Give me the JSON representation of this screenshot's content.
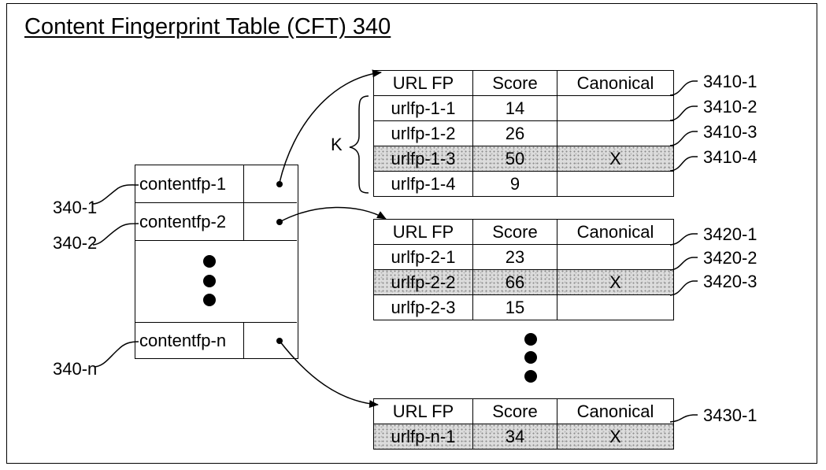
{
  "title": "Content Fingerprint Table (CFT) 340",
  "cft": {
    "rows": [
      {
        "label": "contentfp-1",
        "ref": "340-1"
      },
      {
        "label": "contentfp-2",
        "ref": "340-2"
      },
      {
        "label": "contentfp-n",
        "ref": "340-n"
      }
    ]
  },
  "group_label": "K",
  "header": {
    "col1": "URL FP",
    "col2": "Score",
    "col3": "Canonical"
  },
  "table1": {
    "header_ref": "3410-1",
    "rows": [
      {
        "url": "urlfp-1-1",
        "score": "14",
        "canonical": "",
        "ref": "3410-2"
      },
      {
        "url": "urlfp-1-2",
        "score": "26",
        "canonical": "",
        "ref": "3410-3"
      },
      {
        "url": "urlfp-1-3",
        "score": "50",
        "canonical": "X",
        "ref": "3410-4"
      },
      {
        "url": "urlfp-1-4",
        "score": "9",
        "canonical": ""
      }
    ]
  },
  "table2": {
    "header_ref": "3420-1",
    "rows": [
      {
        "url": "urlfp-2-1",
        "score": "23",
        "canonical": "",
        "ref": "3420-2"
      },
      {
        "url": "urlfp-2-2",
        "score": "66",
        "canonical": "X",
        "ref": "3420-3"
      },
      {
        "url": "urlfp-2-3",
        "score": "15",
        "canonical": ""
      }
    ]
  },
  "table3": {
    "header_ref": "3430-1",
    "rows": [
      {
        "url": "urlfp-n-1",
        "score": "34",
        "canonical": "X"
      }
    ]
  }
}
